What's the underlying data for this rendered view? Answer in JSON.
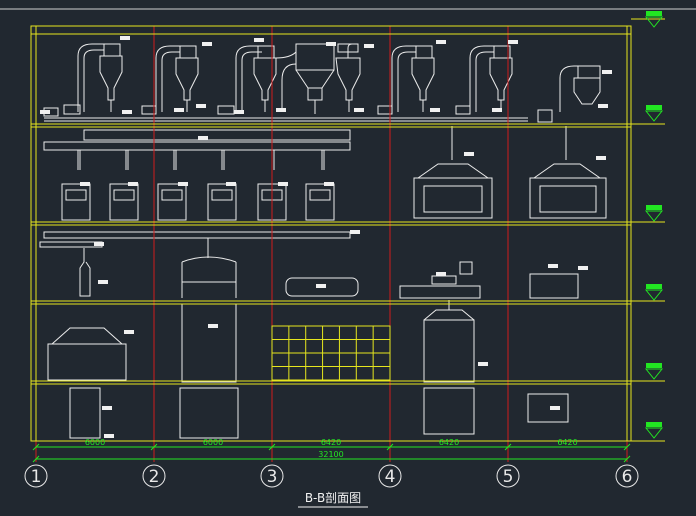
{
  "drawing": {
    "title": "B-B剖面图",
    "axes": [
      "1",
      "2",
      "3",
      "4",
      "5",
      "6"
    ],
    "spans": [
      "6000",
      "6000",
      "6420",
      "6420",
      "6420"
    ],
    "total": "32100",
    "colors": {
      "background": "#212830",
      "linework": "#ececec",
      "floor": "#e6e61e",
      "gridline": "#d01c1c",
      "dimension": "#22e622"
    }
  }
}
